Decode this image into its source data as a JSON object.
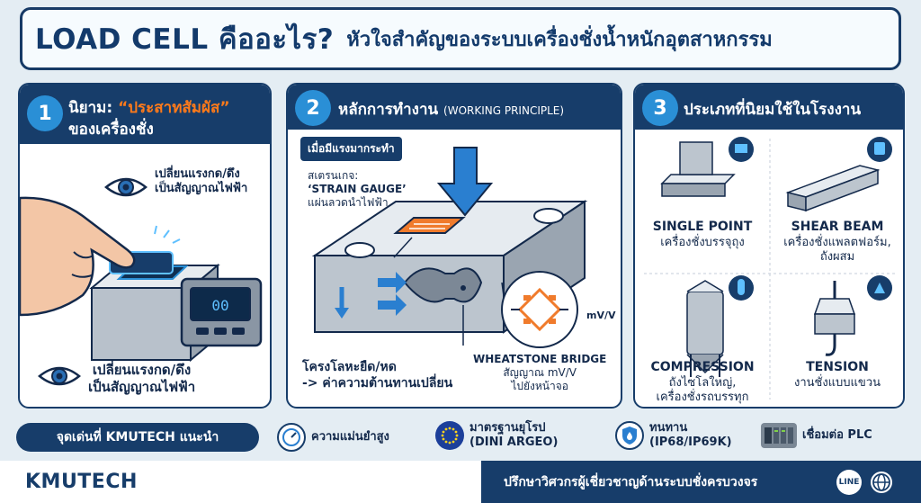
{
  "header": {
    "title_main": "LOAD CELL คืออะไร?",
    "title_sub": "หัวใจสำคัญของระบบเครื่องชั่งน้ำหนักอุตสาหกรรม"
  },
  "panel1": {
    "number": "1",
    "title_prefix": "นิยาม: ",
    "title_highlight": "“ประสาทสัมผัส”",
    "title_line2": "ของเครื่องชั่ง",
    "label_top_line1": "เปลี่ยนแรงกด/ดึง",
    "label_top_line2": "เป็นสัญญาณไฟฟ้า",
    "label_bottom_line1": "เปลี่ยนแรงกด/ดึง",
    "label_bottom_line2": "เป็นสัญญาณไฟฟ้า",
    "display_value": "00"
  },
  "panel2": {
    "number": "2",
    "title": "หลักการทำงาน",
    "title_en": "(WORKING PRINCIPLE)",
    "force_tag": "เมื่อมีแรงมากระทำ",
    "gauge_line1": "สเตรนเกจ:",
    "gauge_line2": "‘STRAIN GAUGE’",
    "gauge_line3": "แผ่นลวดนำไฟฟ้า",
    "structure_line1": "โครงโลหะยืด/หด",
    "structure_line2": "-> ค่าความต้านทานเปลี่ยน",
    "bridge_title": "WHEATSTONE BRIDGE",
    "bridge_output": "mV/V",
    "bridge_line1": "สัญญาณ mV/V",
    "bridge_line2": "ไปยังหน้าจอ"
  },
  "panel3": {
    "number": "3",
    "title": "ประเภทที่นิยมใช้ในโรงงาน",
    "types": [
      {
        "name": "SINGLE POINT",
        "desc1": "เครื่องชั่งบรรจุถุง",
        "desc2": ""
      },
      {
        "name": "SHEAR BEAM",
        "desc1": "เครื่องชั่งแพลตฟอร์ม,",
        "desc2": "ถังผสม"
      },
      {
        "name": "COMPRESSION",
        "desc1": "ถังไซโลใหญ่,",
        "desc2": "เครื่องชั่งรถบรรทุก"
      },
      {
        "name": "TENSION",
        "desc1": "งานชั่งแบบแขวน",
        "desc2": ""
      }
    ]
  },
  "features": {
    "title": "จุดเด่นที่ KMUTECH แนะนำ",
    "items": [
      {
        "line1": "ความแม่นยำสูง",
        "line2": "",
        "icon": "gauge-icon"
      },
      {
        "line1": "มาตรฐานยุโรป",
        "line2": "(DINI ARGEO)",
        "icon": "eu-flag-icon"
      },
      {
        "line1": "ทนทาน",
        "line2": "(IP68/IP69K)",
        "icon": "water-shield-icon"
      },
      {
        "line1": "เชื่อมต่อ PLC",
        "line2": "",
        "icon": "plc-icon"
      }
    ]
  },
  "footer": {
    "brand": "KMUTECH",
    "tagline": "ปรึกษาวิศวกรผู้เชี่ยวชาญด้านระบบชั่งครบวงจร",
    "line_label": "LINE"
  },
  "colors": {
    "navy": "#173d6a",
    "accent_blue": "#2a8fd6",
    "highlight_orange": "#ff7a1a"
  }
}
